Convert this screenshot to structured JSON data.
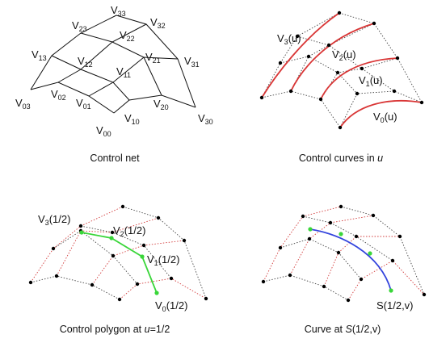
{
  "panels": [
    {
      "caption": {
        "pre": "Control net",
        "italic": "",
        "post": ""
      },
      "labels": [
        {
          "base": "V",
          "sub": "33",
          "suf": ""
        },
        {
          "base": "V",
          "sub": "23",
          "suf": ""
        },
        {
          "base": "V",
          "sub": "32",
          "suf": ""
        },
        {
          "base": "V",
          "sub": "22",
          "suf": ""
        },
        {
          "base": "V",
          "sub": "13",
          "suf": ""
        },
        {
          "base": "V",
          "sub": "12",
          "suf": ""
        },
        {
          "base": "V",
          "sub": "21",
          "suf": ""
        },
        {
          "base": "V",
          "sub": "31",
          "suf": ""
        },
        {
          "base": "V",
          "sub": "11",
          "suf": ""
        },
        {
          "base": "V",
          "sub": "03",
          "suf": ""
        },
        {
          "base": "V",
          "sub": "02",
          "suf": ""
        },
        {
          "base": "V",
          "sub": "01",
          "suf": ""
        },
        {
          "base": "V",
          "sub": "20",
          "suf": ""
        },
        {
          "base": "V",
          "sub": "10",
          "suf": ""
        },
        {
          "base": "V",
          "sub": "30",
          "suf": ""
        },
        {
          "base": "V",
          "sub": "00",
          "suf": ""
        }
      ]
    },
    {
      "caption": {
        "pre": "Control curves in ",
        "italic": "u",
        "post": ""
      },
      "labels": [
        {
          "base": "V",
          "sub": "3",
          "suf": "(u)"
        },
        {
          "base": "V",
          "sub": "2",
          "suf": "(u)"
        },
        {
          "base": "V",
          "sub": "1",
          "suf": "(u)"
        },
        {
          "base": "V",
          "sub": "0",
          "suf": "(u)"
        }
      ]
    },
    {
      "caption": {
        "pre": "Control polygon at ",
        "italic": "u",
        "post": "=1/2"
      },
      "labels": [
        {
          "base": "V",
          "sub": "3",
          "suf": "(1/2)"
        },
        {
          "base": "V",
          "sub": "2",
          "suf": "(1/2)"
        },
        {
          "base": "V",
          "sub": "1",
          "suf": "(1/2)"
        },
        {
          "base": "V",
          "sub": "0",
          "suf": "(1/2)"
        }
      ]
    },
    {
      "caption": {
        "pre": "Curve at ",
        "italic": "S",
        "post": "(1/2,v)"
      },
      "labels": [
        {
          "base": "S(1/2,v)",
          "sub": "",
          "suf": ""
        }
      ]
    }
  ],
  "colors": {
    "net": "#111111",
    "dotted_net": "#444444",
    "dotted_red": "#d23a3a",
    "u_curves": "#d93636",
    "control_polygon": "#39d639",
    "control_points": "#39d639",
    "surface_curve": "#3344dd"
  }
}
